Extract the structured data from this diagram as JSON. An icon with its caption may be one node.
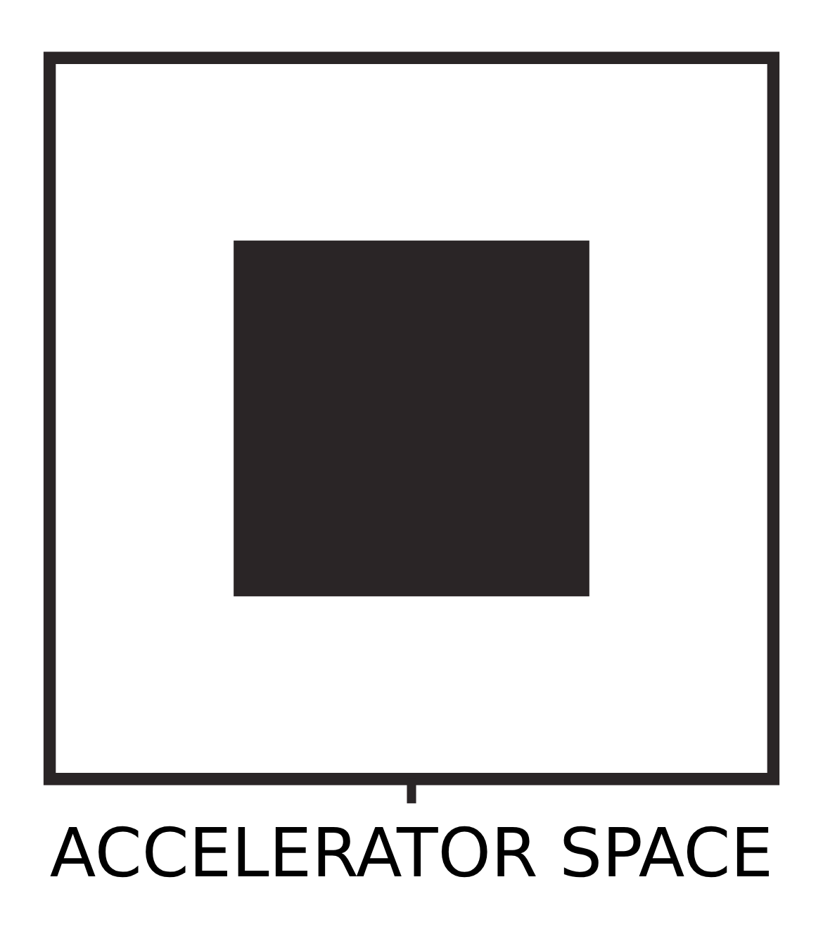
{
  "diagram": {
    "nodes": [
      {
        "text": [],
        "shape": "trapezoid"
      },
      {
        "text": [],
        "shape": "box",
        "in": 0
      },
      {
        "text": [
          "ACCELERATOR SPACE"
        ]
      }
    ],
    "edges": [
      {
        "from": 2,
        "to": 0,
        "arrow": "none"
      }
    ]
  }
}
